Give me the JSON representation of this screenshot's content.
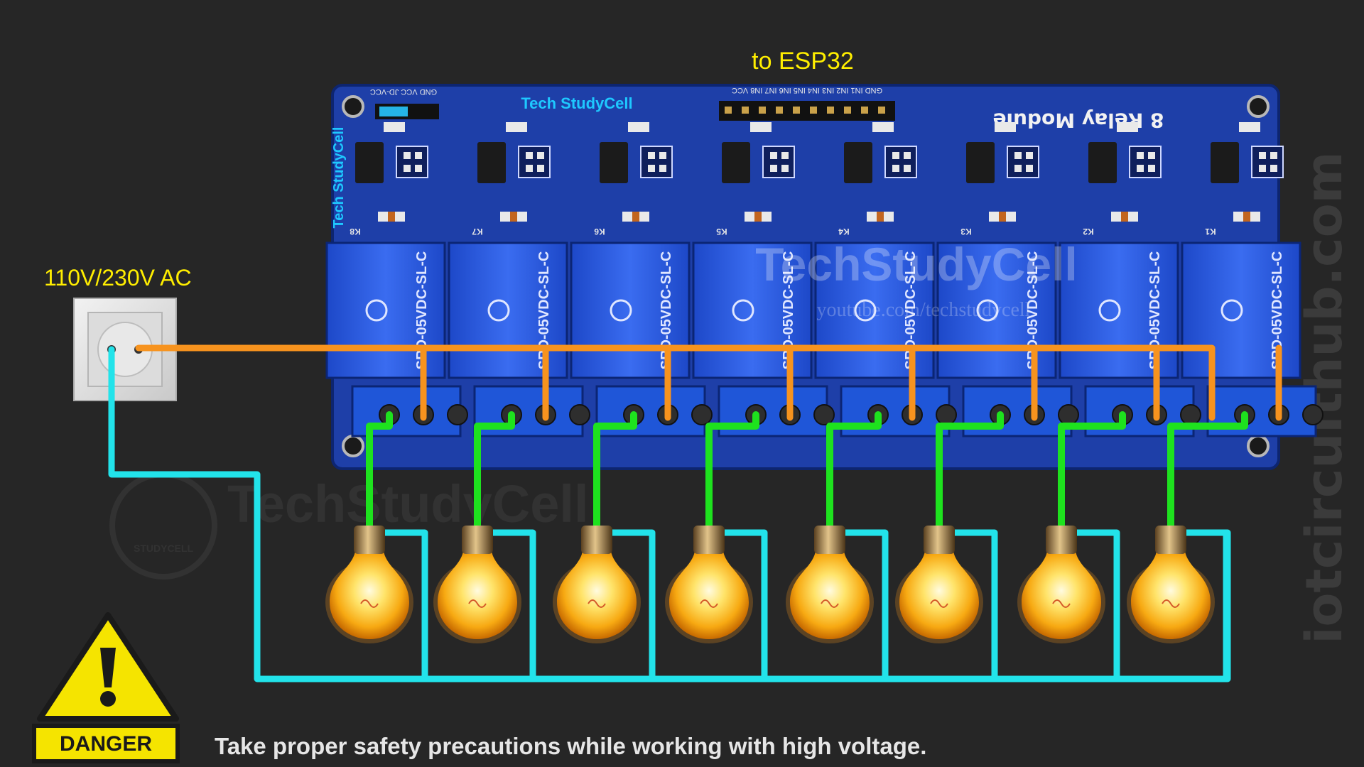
{
  "header": {
    "esp_label": "to ESP32"
  },
  "power": {
    "ac_label": "110V/230V AC"
  },
  "module": {
    "title": "8 Relay Module",
    "brand": "Tech StudyCell",
    "side_brand": "Tech StudyCell",
    "pins": "GND IN1 IN2 IN3 IN4 IN5 IN6 IN7 IN8 VCC",
    "jumper": "GND VCC JD-VCC",
    "relays": [
      {
        "id": "K8",
        "marking": "SRD-05VDC-SL-C"
      },
      {
        "id": "K7",
        "marking": "SRD-05VDC-SL-C"
      },
      {
        "id": "K6",
        "marking": "SRD-05VDC-SL-C"
      },
      {
        "id": "K5",
        "marking": "SRD-05VDC-SL-C"
      },
      {
        "id": "K4",
        "marking": "SRD-05VDC-SL-C"
      },
      {
        "id": "K3",
        "marking": "SRD-05VDC-SL-C"
      },
      {
        "id": "K2",
        "marking": "SRD-05VDC-SL-C"
      },
      {
        "id": "K1",
        "marking": "SRD-05VDC-SL-C"
      }
    ]
  },
  "watermarks": {
    "center": "TechStudyCell",
    "center_url": "youtube.com/techstudycell",
    "lower": "TechStudyCell",
    "logo_text": "STUDYCELL",
    "side": "iotcircuithub.com"
  },
  "warning": {
    "danger_label": "DANGER",
    "safety_note": "Take proper safety precautions while working with high voltage."
  },
  "colors": {
    "background": "#262626",
    "board": "#1e3fa8",
    "live_wire": "#f7931e",
    "neutral_wire": "#22e3ea",
    "load_wire": "#1ee21e",
    "label_yellow": "#ffee00",
    "warning_yellow": "#f5e400"
  }
}
